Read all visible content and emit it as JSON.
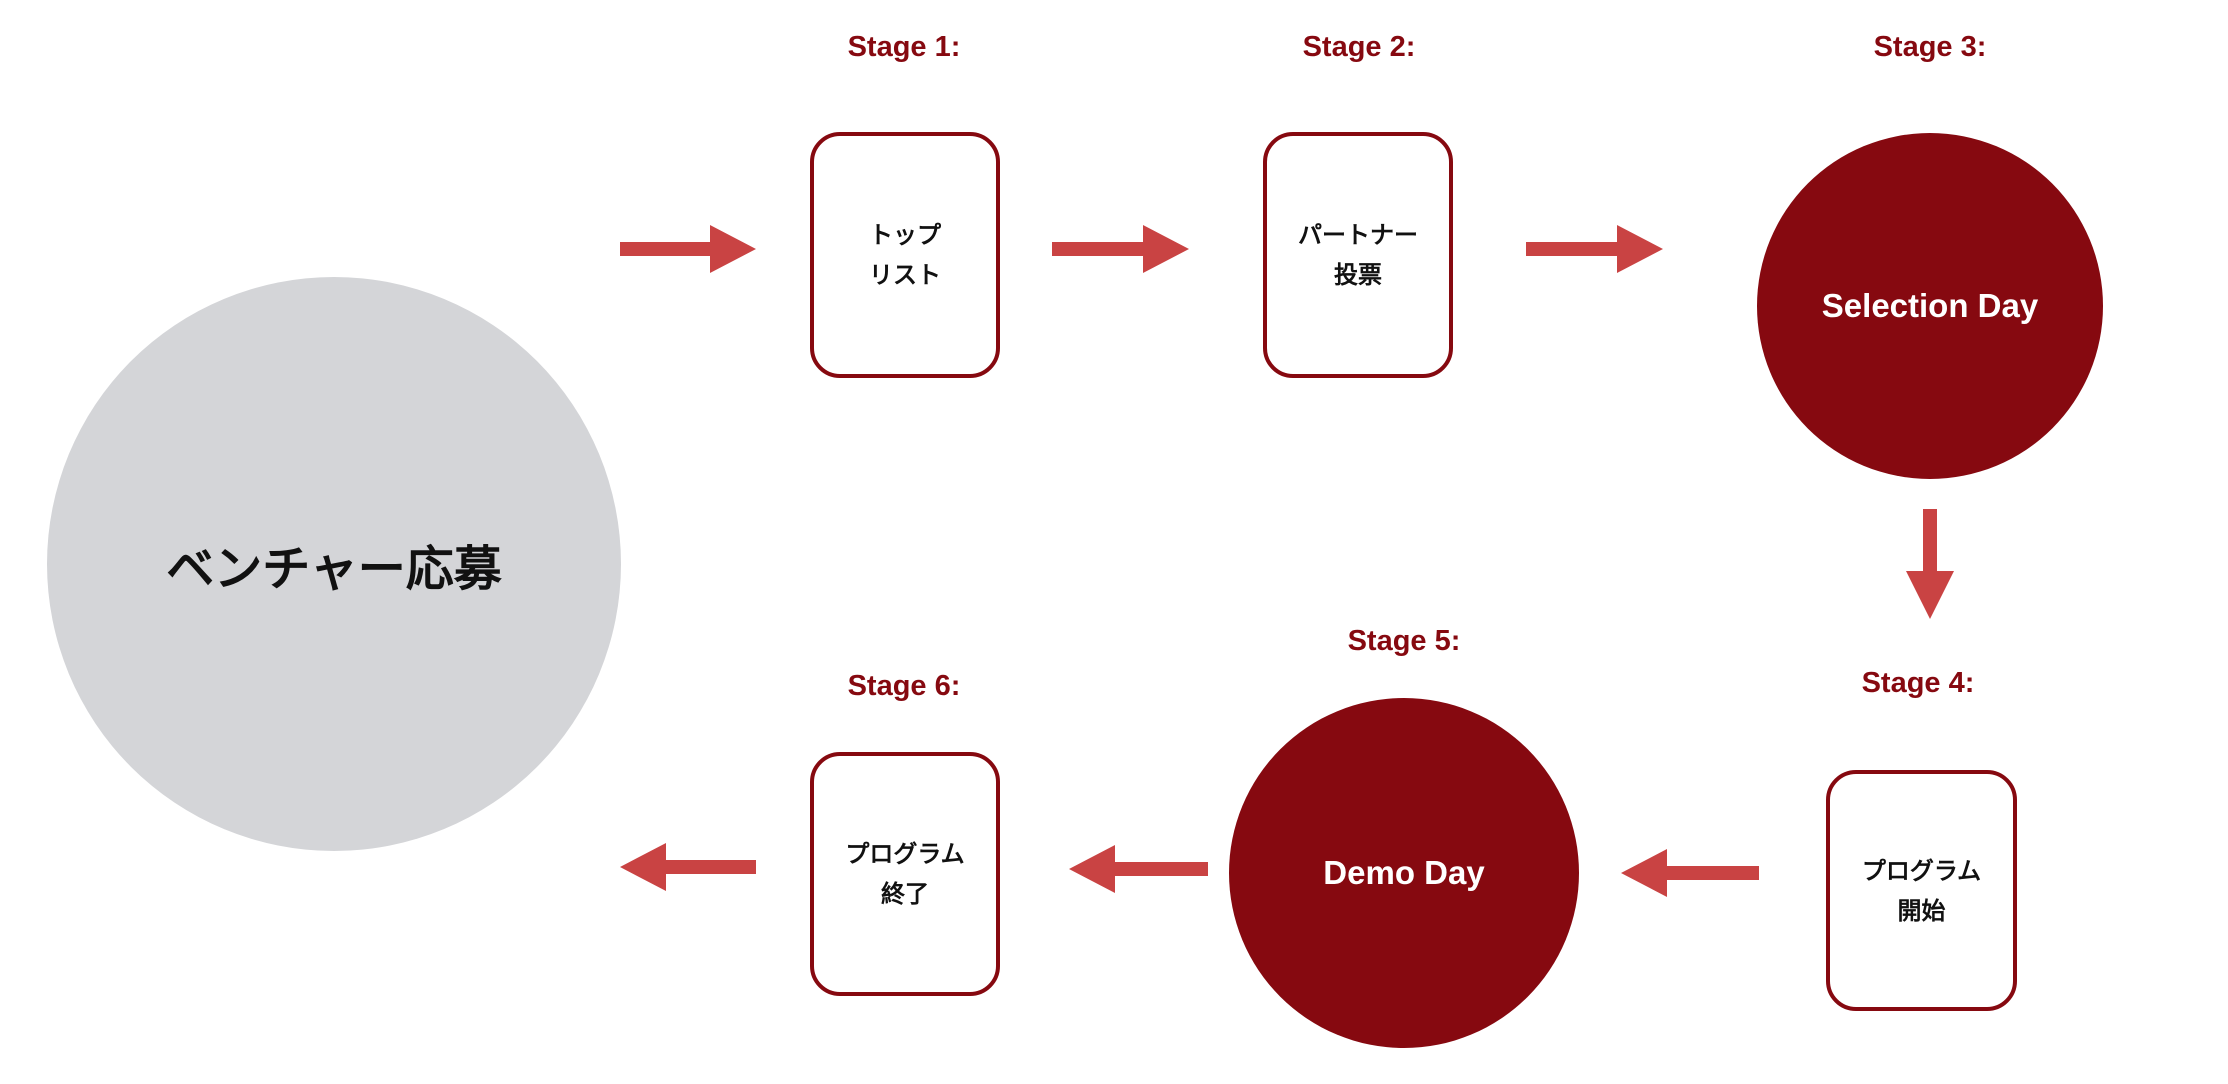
{
  "colors": {
    "stage_red": "#860910",
    "arrow_red": "#C94343",
    "start_gray": "#D4D5D8"
  },
  "start": {
    "label": "ベンチャー応募"
  },
  "stages": [
    {
      "title": "Stage 1:",
      "text": "トップ\nリスト"
    },
    {
      "title": "Stage 2:",
      "text": "パートナー\n投票"
    },
    {
      "title": "Stage 3:",
      "text": "Selection Day"
    },
    {
      "title": "Stage 4:",
      "text": "プログラム\n開始"
    },
    {
      "title": "Stage 5:",
      "text": "Demo Day"
    },
    {
      "title": "Stage 6:",
      "text": "プログラム\n終了"
    }
  ]
}
